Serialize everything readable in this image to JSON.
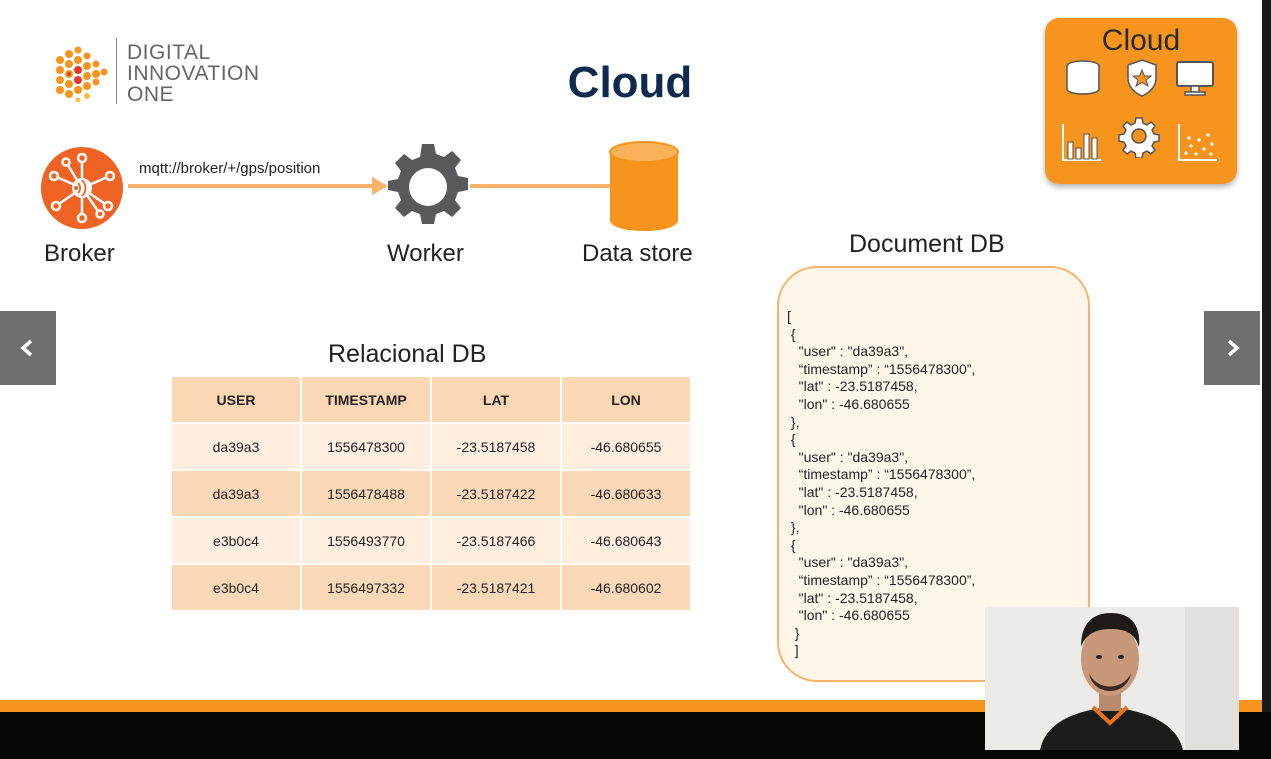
{
  "logo": {
    "line1": "DIGITAL",
    "line2": "INNOVATION",
    "line3": "ONE"
  },
  "slide_title": "Cloud",
  "cloud_card": {
    "title": "Cloud",
    "icons": [
      "database-icon",
      "badge-icon",
      "monitor-icon",
      "bar-chart-icon",
      "gear-icon",
      "scatter-chart-icon"
    ]
  },
  "architecture": {
    "broker_label": "Broker",
    "topic": "mqtt://broker/+/gps/position",
    "worker_label": "Worker",
    "datastore_label": "Data store"
  },
  "relational_db": {
    "title": "Relacional DB",
    "columns": [
      "USER",
      "TIMESTAMP",
      "LAT",
      "LON"
    ],
    "rows": [
      [
        "da39a3",
        "1556478300",
        "-23.5187458",
        "-46.680655"
      ],
      [
        "da39a3",
        "1556478488",
        "-23.5187422",
        "-46.680633"
      ],
      [
        "e3b0c4",
        "1556493770",
        "-23.5187466",
        "-46.680643"
      ],
      [
        "e3b0c4",
        "1556497332",
        "-23.5187421",
        "-46.680602"
      ]
    ]
  },
  "document_db": {
    "title": "Document DB",
    "lines": [
      "[",
      " {",
      "   \"user\" : \"da39a3\",",
      "   “timestamp” : “1556478300”,",
      "   \"lat\" : -23.5187458,",
      "   \"lon\" : -46.680655",
      " },",
      " {",
      "   \"user\" : \"da39a3\",",
      "   “timestamp” : “1556478300”,",
      "   \"lat\" : -23.5187458,",
      "   \"lon\" : -46.680655",
      " },",
      " {",
      "   \"user\" : \"da39a3\",",
      "   “timestamp” : “1556478300”,",
      "   \"lat\" : -23.5187458,",
      "   \"lon\" : -46.680655",
      "  }",
      "  ]"
    ]
  },
  "colors": {
    "accent": "#f7941d",
    "title": "#0e2a4e"
  }
}
